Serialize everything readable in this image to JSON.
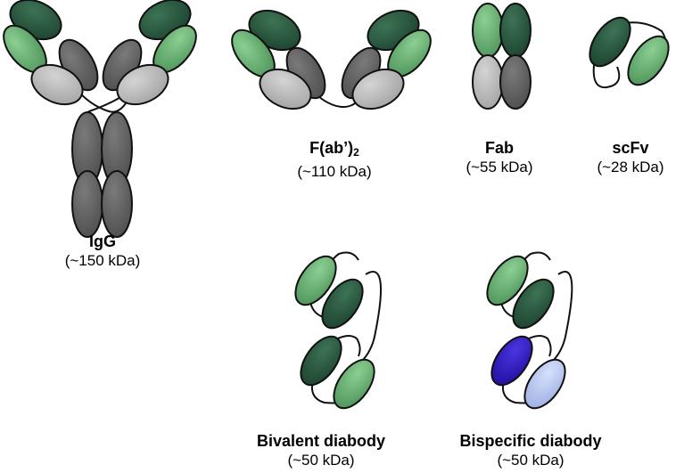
{
  "colors": {
    "dark_green": "#244d37",
    "light_green": "#5fa76b",
    "dark_gray": "#5f5f5f",
    "light_gray": "#b7b7b7",
    "dark_blue": "#2b16b4",
    "light_blue": "#b1c0ec",
    "outline": "#111111"
  },
  "fragments": [
    {
      "id": "igg",
      "name": "IgG",
      "mass": "(~150 kDa)"
    },
    {
      "id": "fab2",
      "name_main": "F(ab’)",
      "name_sub": "2",
      "mass": "(~110 kDa)"
    },
    {
      "id": "fab",
      "name": "Fab",
      "mass": "(~55 kDa)"
    },
    {
      "id": "scfv",
      "name": "scFv",
      "mass": "(~28 kDa)"
    },
    {
      "id": "bivalent",
      "name": "Bivalent diabody",
      "mass": "(~50 kDa)"
    },
    {
      "id": "bispecific",
      "name": "Bispecific diabody",
      "mass": "(~50 kDa)"
    }
  ]
}
